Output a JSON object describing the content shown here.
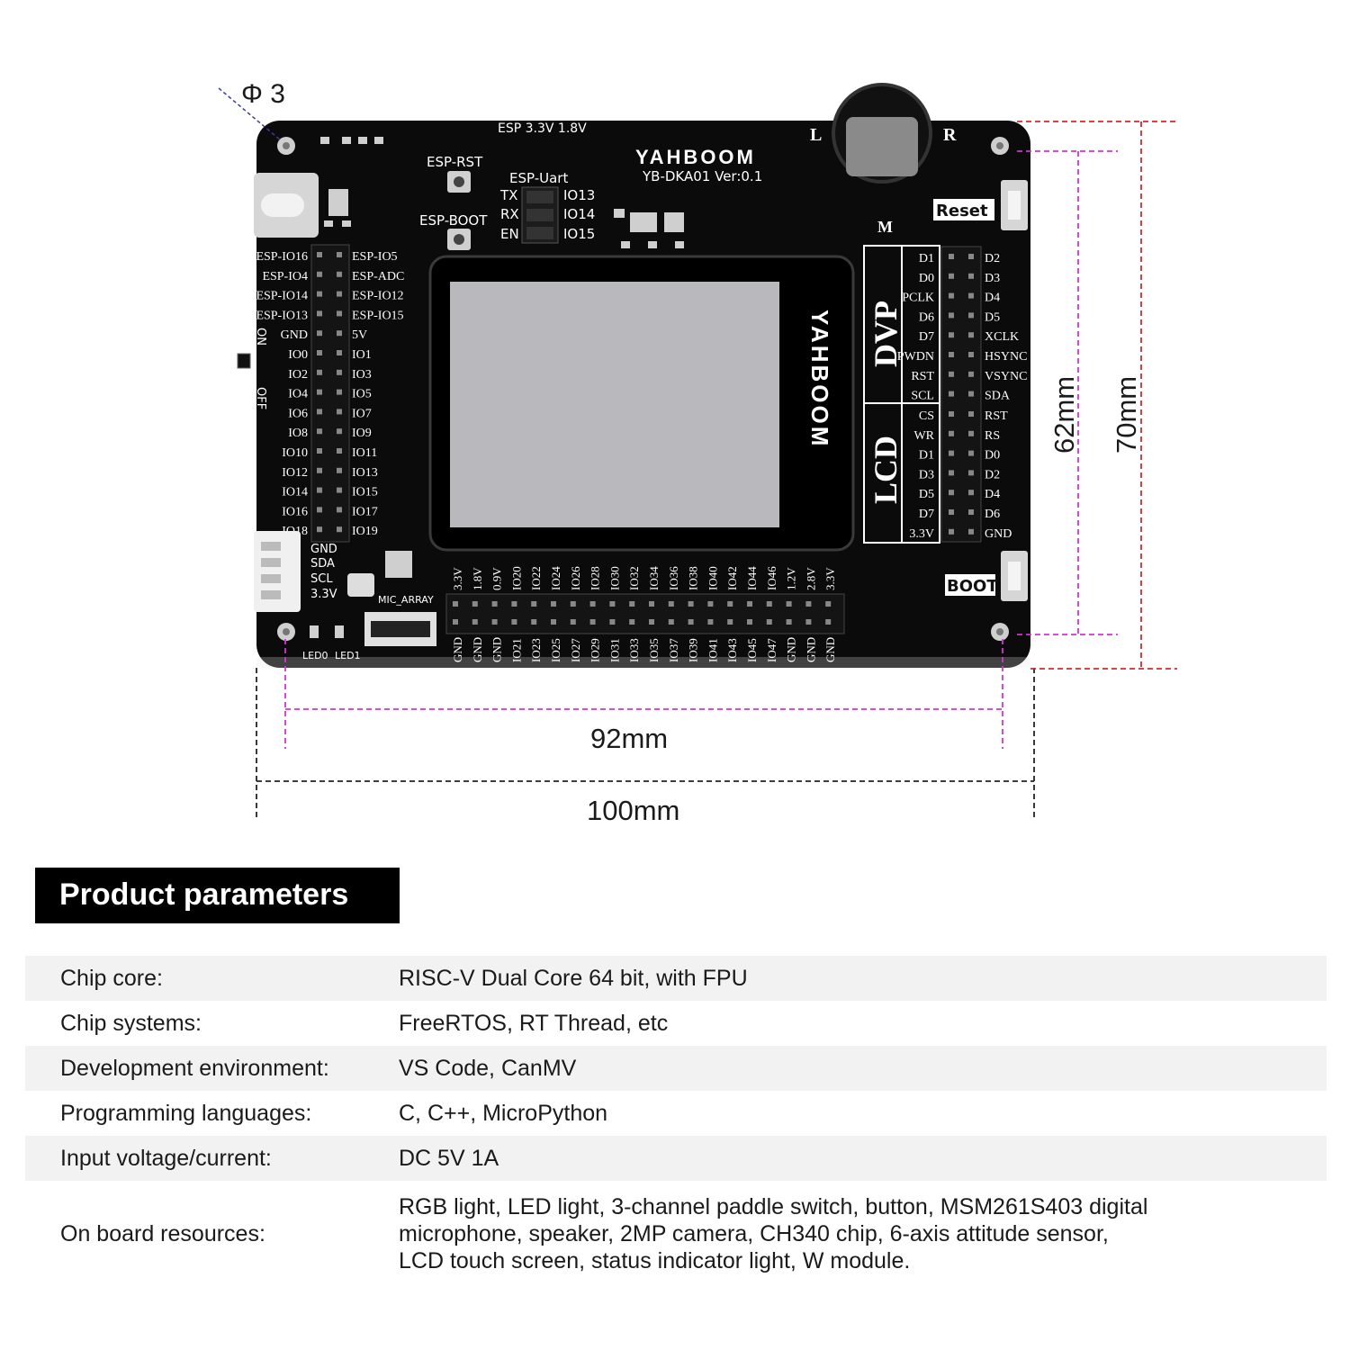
{
  "board": {
    "hole_label": "Φ 3",
    "brand": "YAHBOOM",
    "model": "YB-DKA01  Ver:0.1",
    "esp_rst": "ESP-RST",
    "esp_boot": "ESP-BOOT",
    "esp_power": "ESP  3.3V  1.8V",
    "esp_uart": "ESP-Uart",
    "uart_pins": [
      "TX",
      "RX",
      "EN"
    ],
    "uart_io": [
      "IO13",
      "IO14",
      "IO15"
    ],
    "reset_label": "Reset",
    "boot_label": "BOOT",
    "dial_labels": [
      "L",
      "R",
      "M"
    ],
    "switch_on": "ON",
    "switch_off": "OFF",
    "left_header_left": [
      "ESP-IO16",
      "ESP-IO4",
      "ESP-IO14",
      "ESP-IO13",
      "GND",
      "IO0",
      "IO2",
      "IO4",
      "IO6",
      "IO8",
      "IO10",
      "IO12",
      "IO14",
      "IO16",
      "IO18"
    ],
    "left_header_right": [
      "ESP-IO5",
      "ESP-ADC",
      "ESP-IO12",
      "ESP-IO15",
      "5V",
      "IO1",
      "IO3",
      "IO5",
      "IO7",
      "IO9",
      "IO11",
      "IO13",
      "IO15",
      "IO17",
      "IO19"
    ],
    "i2c_labels": [
      "GND",
      "SDA",
      "SCL",
      "3.3V"
    ],
    "mic_label": "MIC_ARRAY",
    "led_labels": [
      "LED0",
      "LED1"
    ],
    "dvp_title": "DVP",
    "lcd_title": "LCD",
    "dvp_left": [
      "D1",
      "D0",
      "PCLK",
      "D6",
      "D7",
      "PWDN",
      "RST",
      "SCL"
    ],
    "dvp_right": [
      "D2",
      "D3",
      "D4",
      "D5",
      "XCLK",
      "HSYNC",
      "VSYNC",
      "SDA"
    ],
    "lcd_left": [
      "CS",
      "WR",
      "D1",
      "D3",
      "D5",
      "D7",
      "3.3V"
    ],
    "lcd_right": [
      "RST",
      "RS",
      "D0",
      "D2",
      "D4",
      "D6",
      "GND"
    ],
    "bottom_top": [
      "3.3V",
      "1.8V",
      "0.9V",
      "IO20",
      "IO22",
      "IO24",
      "IO26",
      "IO28",
      "IO30",
      "IO32",
      "IO34",
      "IO36",
      "IO38",
      "IO40",
      "IO42",
      "IO44",
      "IO46",
      "1.2V",
      "2.8V",
      "3.3V"
    ],
    "bottom_bottom": [
      "GND",
      "GND",
      "GND",
      "IO21",
      "IO23",
      "IO25",
      "IO27",
      "IO29",
      "IO31",
      "IO33",
      "IO35",
      "IO37",
      "IO39",
      "IO41",
      "IO43",
      "IO45",
      "IO47",
      "GND",
      "GND",
      "GND"
    ]
  },
  "dimensions": {
    "inner_width": "92mm",
    "outer_width": "100mm",
    "inner_height": "62mm",
    "outer_height": "70mm"
  },
  "colors": {
    "pcb": "#0b0b0b",
    "inner_dim": "#d632d6",
    "outer_dim": "#d6282e",
    "screen": "#b9b9bd"
  },
  "params": {
    "heading": "Product parameters",
    "rows": [
      {
        "label": "Chip core:",
        "value": "RISC-V Dual Core 64 bit, with FPU"
      },
      {
        "label": "Chip systems:",
        "value": "FreeRTOS, RT Thread, etc"
      },
      {
        "label": "Development environment:",
        "value": "VS Code, CanMV"
      },
      {
        "label": "Programming languages:",
        "value": "C, C++, MicroPython"
      },
      {
        "label": "Input voltage/current:",
        "value": "DC 5V 1A"
      },
      {
        "label": "On board resources:",
        "value": "RGB light, LED light, 3-channel paddle switch, button, MSM261S403 digital microphone, speaker, 2MP camera, CH340 chip, 6-axis attitude sensor, LCD touch screen, status indicator light, W module."
      }
    ]
  }
}
